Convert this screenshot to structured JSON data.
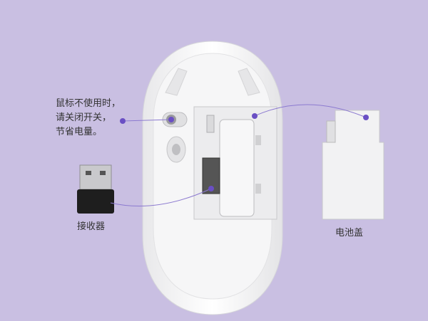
{
  "annotations": {
    "switch_note": [
      "鼠标不使用时，",
      "请关闭开关，",
      "节省电量。"
    ],
    "receiver_label": "接收器",
    "battery_cover_label": "电池盖"
  },
  "colors": {
    "background": "#c9bfe2",
    "accent_dot": "#6a4fc4",
    "leader_line": "#8c7ad0"
  }
}
